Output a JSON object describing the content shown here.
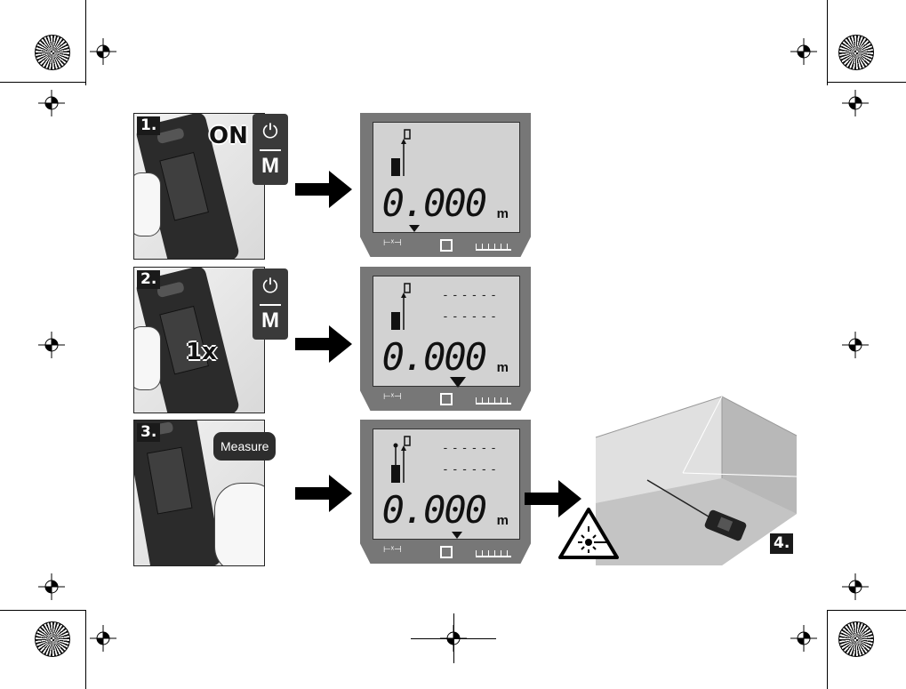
{
  "steps": [
    {
      "number": "1.",
      "label": "ON",
      "button": "M",
      "readout": "0.000",
      "unit": "m"
    },
    {
      "number": "2.",
      "label": "1x",
      "button": "M",
      "readout": "0.000",
      "unit": "m",
      "dashes": [
        "------",
        "------"
      ]
    },
    {
      "number": "3.",
      "label": "Measure",
      "readout": "0.000",
      "unit": "m",
      "dashes": [
        "------",
        "------"
      ]
    },
    {
      "number": "4."
    }
  ],
  "icons": {
    "power": "power-icon",
    "arrow": "right-arrow-icon",
    "warning": "laser-warning-icon",
    "registration": "crosshair-registration-mark"
  }
}
